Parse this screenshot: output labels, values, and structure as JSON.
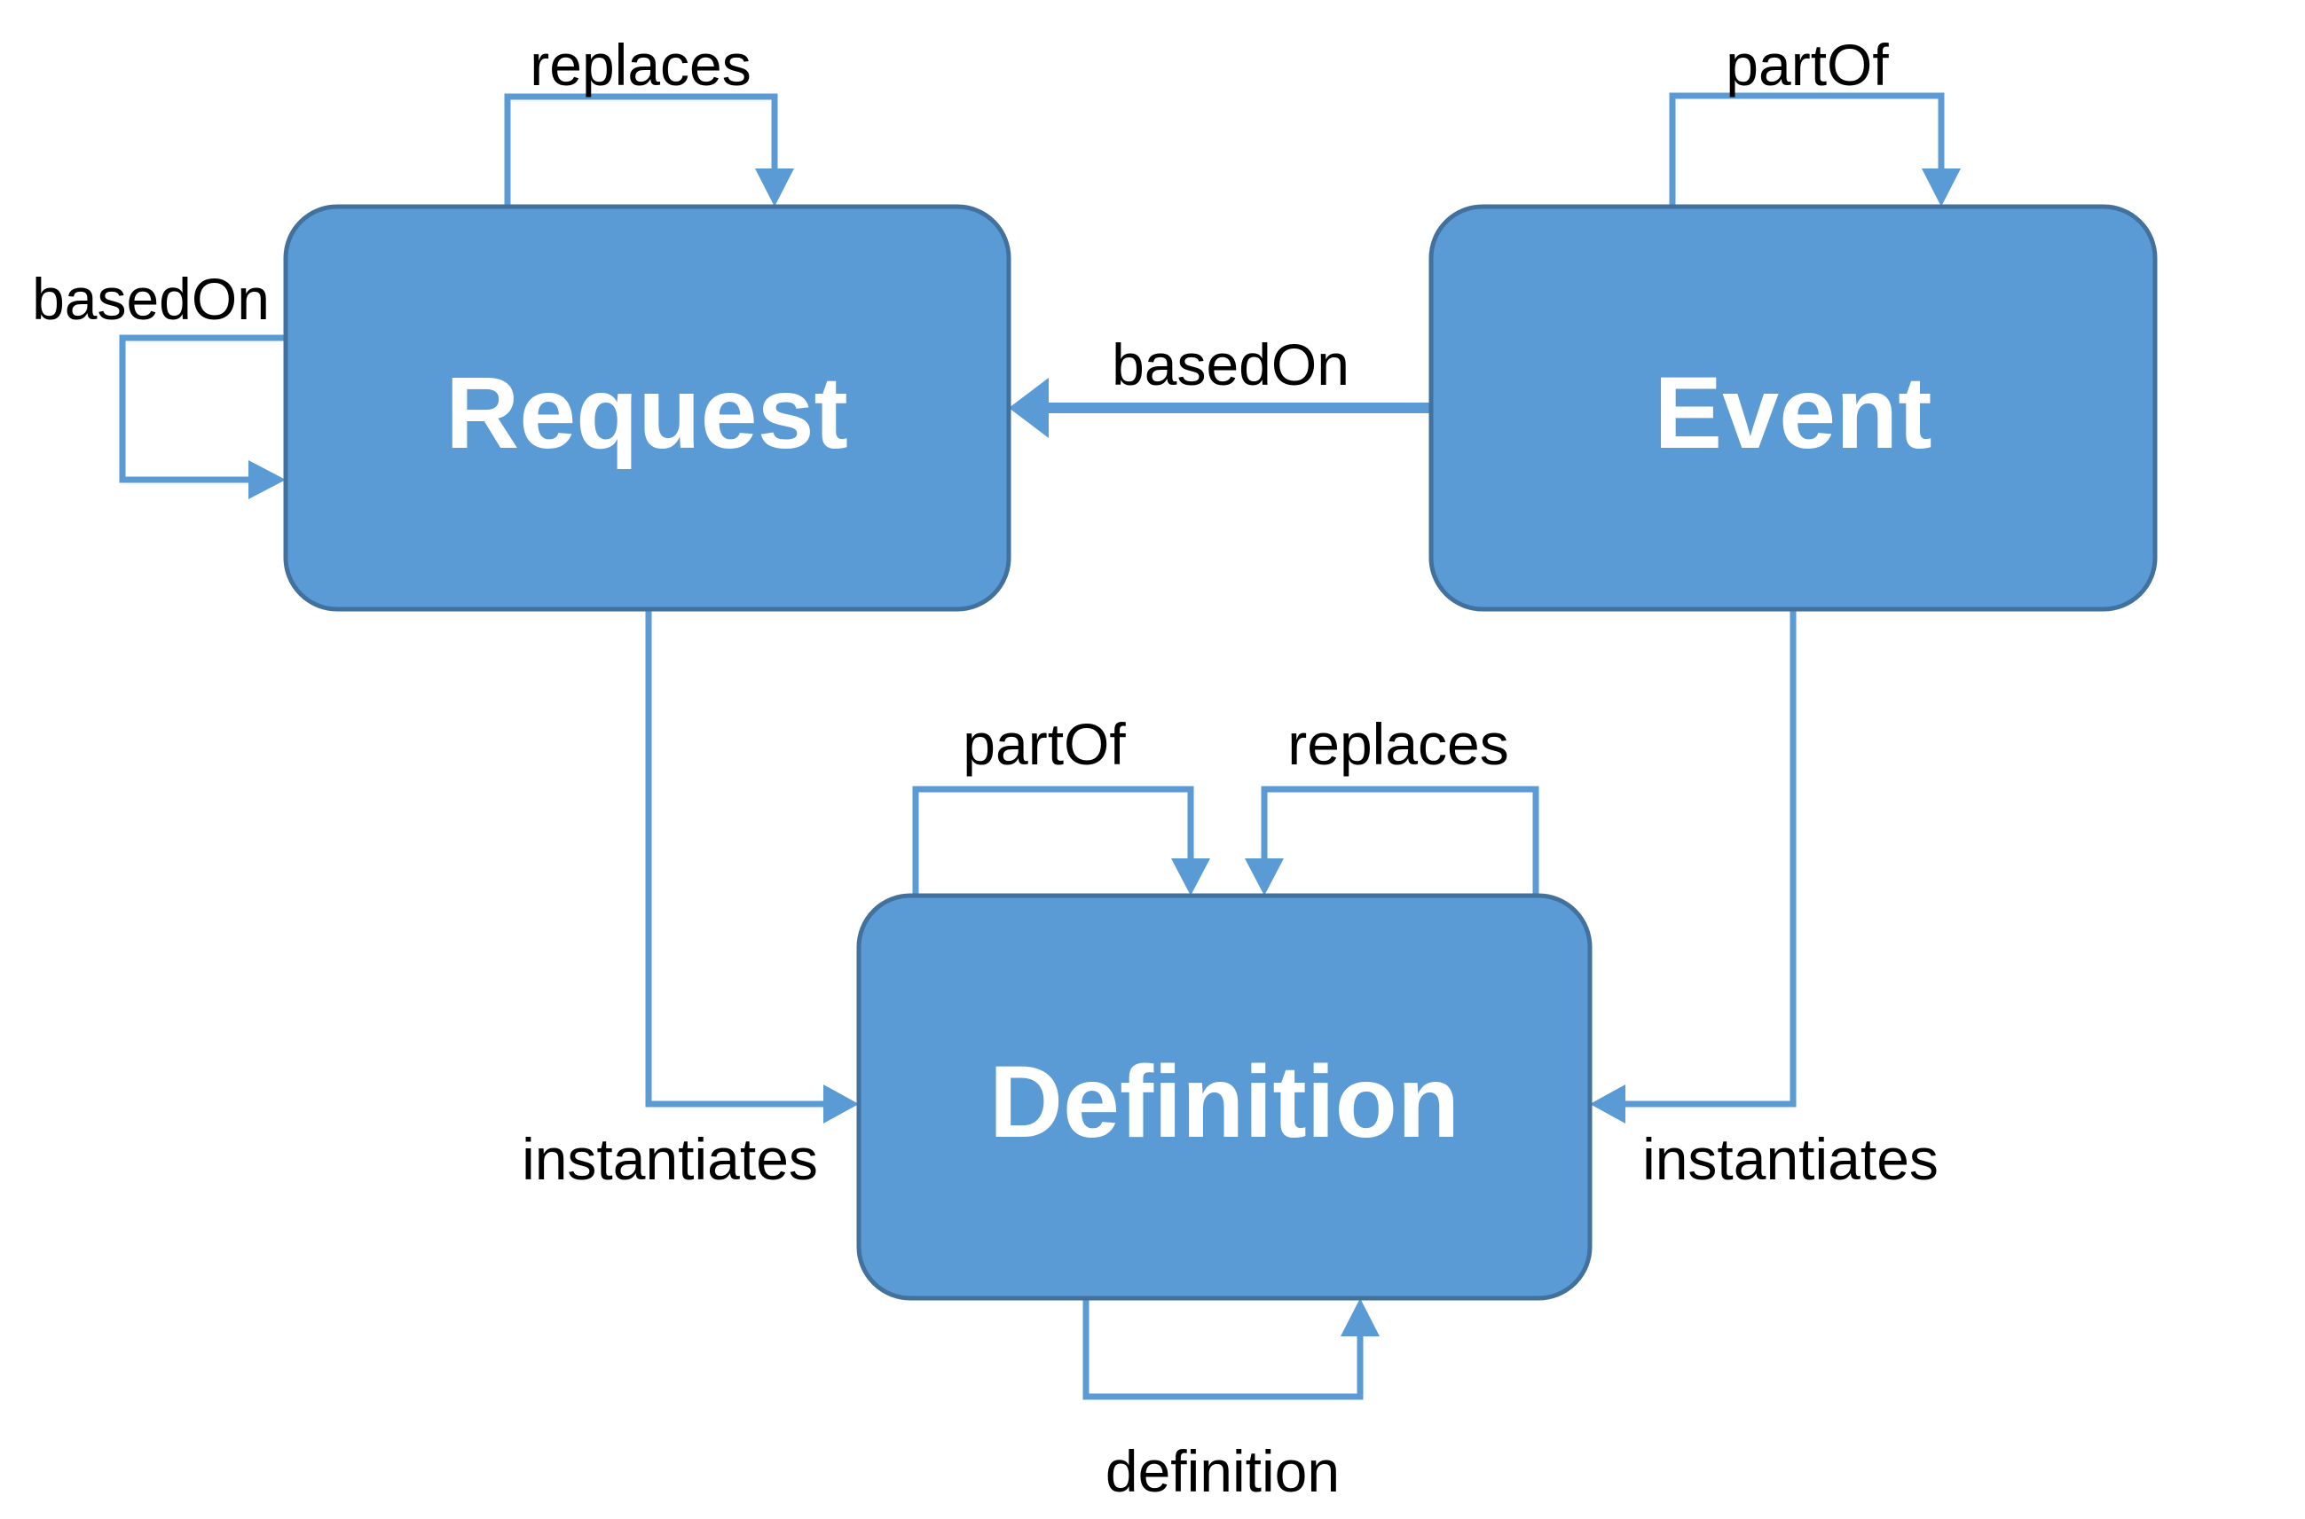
{
  "diagram": {
    "type": "concept-relationship-diagram",
    "background": "#ffffff",
    "colors": {
      "node_fill": "#5B9BD5",
      "node_border": "#41719C",
      "node_text": "#FFFFFF",
      "arrow": "#5B9BD5",
      "label_text": "#000000"
    },
    "nodes": [
      {
        "id": "request",
        "label": "Request"
      },
      {
        "id": "event",
        "label": "Event"
      },
      {
        "id": "definition",
        "label": "Definition"
      }
    ],
    "edges": [
      {
        "label": "replaces",
        "from": "request",
        "to": "request",
        "kind": "self-loop-top"
      },
      {
        "label": "basedOn",
        "from": "request",
        "to": "request",
        "kind": "self-loop-left"
      },
      {
        "label": "partOf",
        "from": "event",
        "to": "event",
        "kind": "self-loop-top"
      },
      {
        "label": "basedOn",
        "from": "event",
        "to": "request",
        "kind": "straight-horizontal"
      },
      {
        "label": "instantiates",
        "from": "request",
        "to": "definition",
        "kind": "elbow-down-right"
      },
      {
        "label": "instantiates",
        "from": "event",
        "to": "definition",
        "kind": "elbow-down-left"
      },
      {
        "label": "partOf",
        "from": "definition",
        "to": "definition",
        "kind": "self-loop-top"
      },
      {
        "label": "replaces",
        "from": "definition",
        "to": "definition",
        "kind": "self-loop-top"
      },
      {
        "label": "definition",
        "from": "definition",
        "to": "definition",
        "kind": "self-loop-bottom"
      }
    ]
  }
}
